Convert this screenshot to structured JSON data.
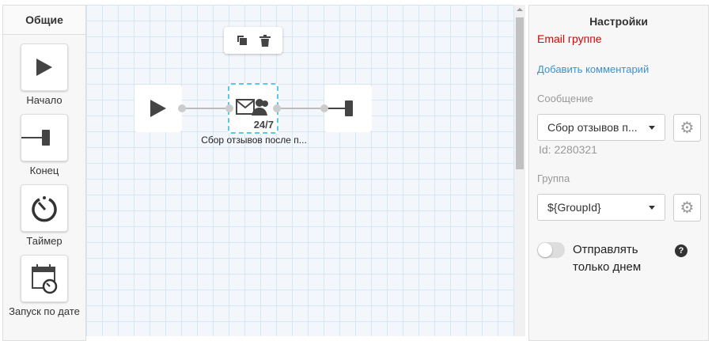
{
  "left": {
    "tab": "Общие",
    "tools": [
      {
        "label": "Начало"
      },
      {
        "label": "Конец"
      },
      {
        "label": "Таймер"
      },
      {
        "label": "Запуск по дате"
      }
    ]
  },
  "canvas": {
    "node_label": "Сбор отзывов после п...",
    "badge": "24/7"
  },
  "settings": {
    "title": "Настройки",
    "node_type": "Email группе",
    "add_comment": "Добавить комментарий",
    "message_label": "Сообщение",
    "message_value": "Сбор отзывов п...",
    "message_id": "Id: 2280321",
    "group_label": "Группа",
    "group_value": "${GroupId}",
    "toggle_label": "Отправлять только днем",
    "toggle_on": false,
    "help_icon": "?"
  },
  "colors": {
    "accent": "#3b8fd6",
    "red": "#e00000"
  }
}
